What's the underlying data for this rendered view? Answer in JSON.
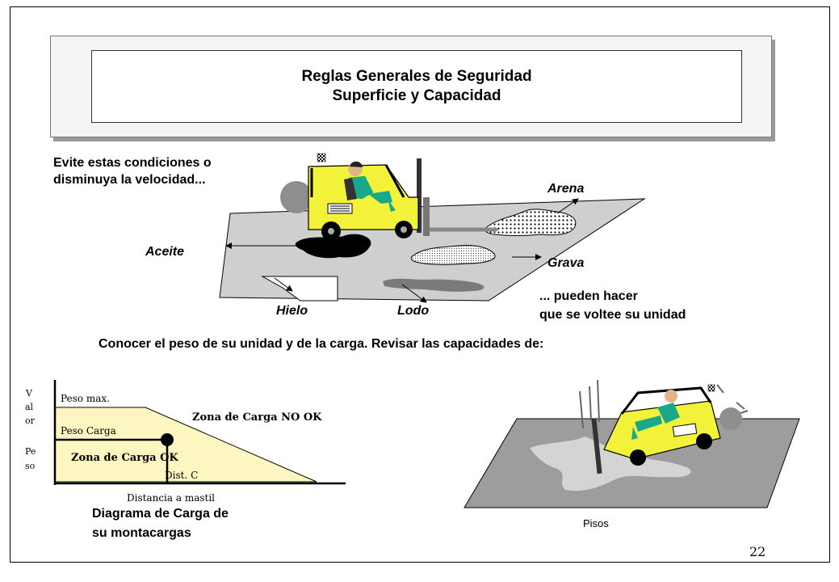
{
  "header": {
    "title_line1": "Reglas Generales de Seguridad",
    "title_line2": "Superficie y Capacidad"
  },
  "surface": {
    "intro_line1": "Evite estas condiciones o",
    "intro_line2": "disminuya la velocidad...",
    "hazards": {
      "aceite": "Aceite",
      "arena": "Arena",
      "grava": "Grava",
      "hielo": "Hielo",
      "lodo": "Lodo"
    },
    "warning_line1": "... pueden hacer",
    "warning_line2": "que se voltee su unidad"
  },
  "capacity_text": "Conocer el peso de su unidad y de la carga. Revisar las capacidades de:",
  "load_chart": {
    "y_axis_label": [
      "V",
      "al",
      "or",
      "Pe",
      "so"
    ],
    "peso_max": "Peso max.",
    "peso_carga": "Peso Carga",
    "zone_not_ok": "Zona de Carga NO OK",
    "zone_ok": "Zona de Carga OK",
    "dist_c": "Dist. C",
    "x_axis_label": "Distancia a mastil",
    "caption_line1": "Diagrama de Carga de",
    "caption_line2": "su montacargas"
  },
  "floors_caption": "Pisos",
  "page_number": "22",
  "colors": {
    "forklift_body": "#f2f23a",
    "floor_gray": "#cfcfcf",
    "chart_fill": "#fdf6c0",
    "driver_green": "#1aa88a"
  }
}
